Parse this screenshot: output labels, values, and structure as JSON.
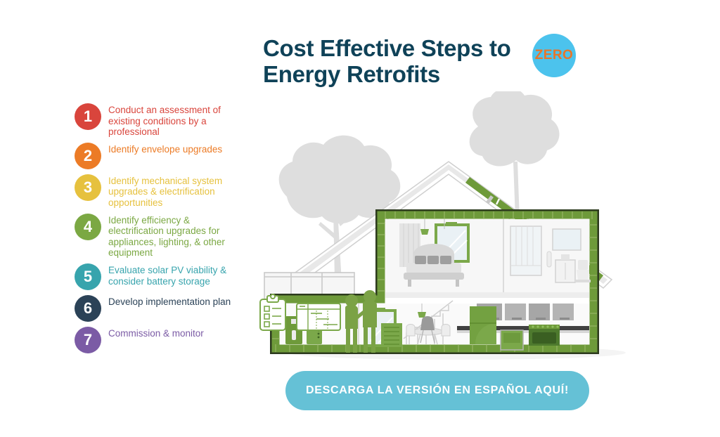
{
  "header": {
    "title_line1": "Cost Effective Steps to",
    "title_line2": "Energy Retrofits",
    "title_color": "#0F4258",
    "badge_text": "ZERO",
    "badge_bg": "#4CC3ED",
    "badge_text_color": "#E8752A"
  },
  "steps": [
    {
      "number": "1",
      "label": "Conduct an assessment of existing conditions by a professional",
      "color": "#D9453C"
    },
    {
      "number": "2",
      "label": "Identify envelope upgrades",
      "color": "#EC7B26"
    },
    {
      "number": "3",
      "label": "Identify mechanical system upgrades & electrification opportunities",
      "color": "#E6C13E"
    },
    {
      "number": "4",
      "label": "Identify efficiency & electrification upgrades for appliances, lighting, & other equipment",
      "color": "#7BA843"
    },
    {
      "number": "5",
      "label": "Evaluate solar PV viability & consider battery storage",
      "color": "#37A4AD"
    },
    {
      "number": "6",
      "label": "Develop implementation plan",
      "color": "#2B4257"
    },
    {
      "number": "7",
      "label": "Commission & monitor",
      "color": "#7B5BA5"
    }
  ],
  "cta": {
    "label": "DESCARGA LA VERSIÓN EN ESPAÑOL AQUÍ!",
    "bg": "#65C1D6",
    "text_color": "#FFFFFF"
  },
  "illustration": {
    "name": "house-energy-retrofit-cutaway",
    "palette": {
      "envelope_green": "#6E9A3A",
      "envelope_dark": "#2D3B1E",
      "appliance_green": "#7FA84A",
      "appliance_dark_green": "#4E7A2E",
      "solar_green": "#6E9A3A",
      "tree_gray": "#DEDEDE",
      "wall_gray": "#F2F2F2",
      "furniture_gray": "#C9C9C9",
      "outline_gray": "#B5B5B5",
      "people_green": "#7BA246"
    },
    "elements": [
      "background-tree",
      "gable-roof",
      "rooftop-solar-panels",
      "insulated-envelope",
      "bedroom",
      "bathroom",
      "living-room",
      "kitchen",
      "staircase",
      "electrical-panel",
      "water-heater",
      "battery-storage",
      "heat-pump-outdoor-unit",
      "assessment-clipboard",
      "gantt-schedule",
      "two-people-silhouettes",
      "porch-railing"
    ]
  }
}
